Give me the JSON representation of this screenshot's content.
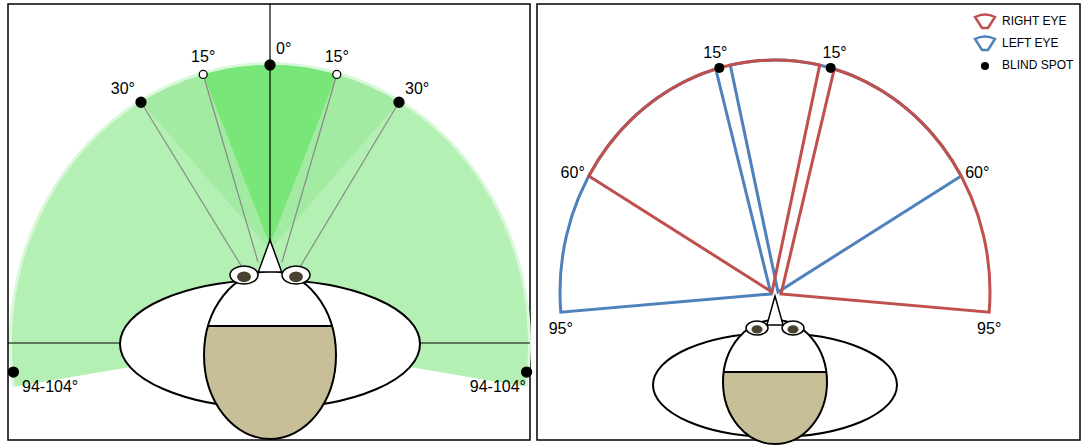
{
  "diagram": {
    "labels": [
      "0°",
      "15°",
      "15°",
      "30°",
      "30°",
      "94-104°",
      "94-104°",
      "15°",
      "15°",
      "60°",
      "60°",
      "95°",
      "95°"
    ],
    "legend": [
      {
        "text": "RIGHT EYE"
      },
      {
        "text": "LEFT EYE"
      },
      {
        "text": "BLIND SPOT"
      }
    ]
  }
}
